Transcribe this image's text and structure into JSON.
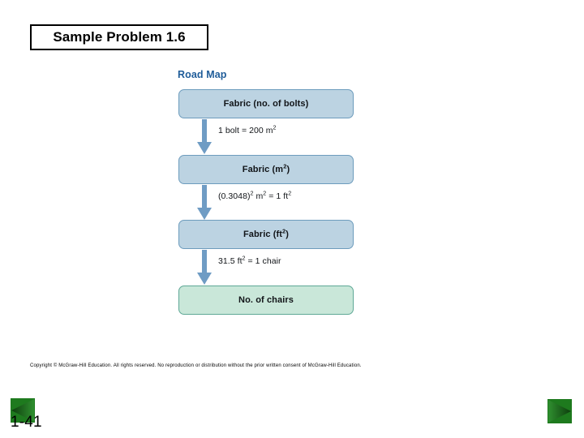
{
  "slide": {
    "title": "Sample Problem 1.6",
    "page_number": "1-41",
    "copyright": "Copyright © McGraw-Hill Education. All rights reserved. No reproduction or distribution without the prior written consent of McGraw-Hill Education."
  },
  "roadmap": {
    "heading": "Road Map",
    "heading_color": "#1f5c99",
    "box_blue_fill": "#bcd3e2",
    "box_blue_border": "#6d9cbd",
    "box_green_fill": "#c9e7d9",
    "box_green_border": "#5fa896",
    "arrow_color": "#6f9cc4",
    "steps": [
      {
        "box_label_html": "Fabric (no. of bolts)",
        "box_label_text": "Fabric (no. of bolts)",
        "style": "blue"
      },
      {
        "box_label_html": "Fabric (m<sup>2</sup>)",
        "box_label_text": "Fabric (m2)",
        "style": "blue"
      },
      {
        "box_label_html": "Fabric (ft<sup>2</sup>)",
        "box_label_text": "Fabric (ft2)",
        "style": "blue"
      },
      {
        "box_label_html": "No. of chairs",
        "box_label_text": "No. of chairs",
        "style": "green"
      }
    ],
    "conversions": [
      {
        "label_html": "1 bolt = 200 m<sup>2</sup>",
        "label_text": "1 bolt = 200 m2"
      },
      {
        "label_html": "(0.3048)<sup>2</sup> m<sup>2</sup> = 1 ft<sup>2</sup>",
        "label_text": "(0.3048)2 m2 = 1 ft2"
      },
      {
        "label_html": "31.5 ft<sup>2</sup> = 1 chair",
        "label_text": "31.5 ft2 = 1 chair"
      }
    ]
  },
  "decorations": {
    "corner_left_direction": "left",
    "corner_right_direction": "right",
    "green_light": "#2f8f2f",
    "green_dark": "#0d3d0d"
  }
}
